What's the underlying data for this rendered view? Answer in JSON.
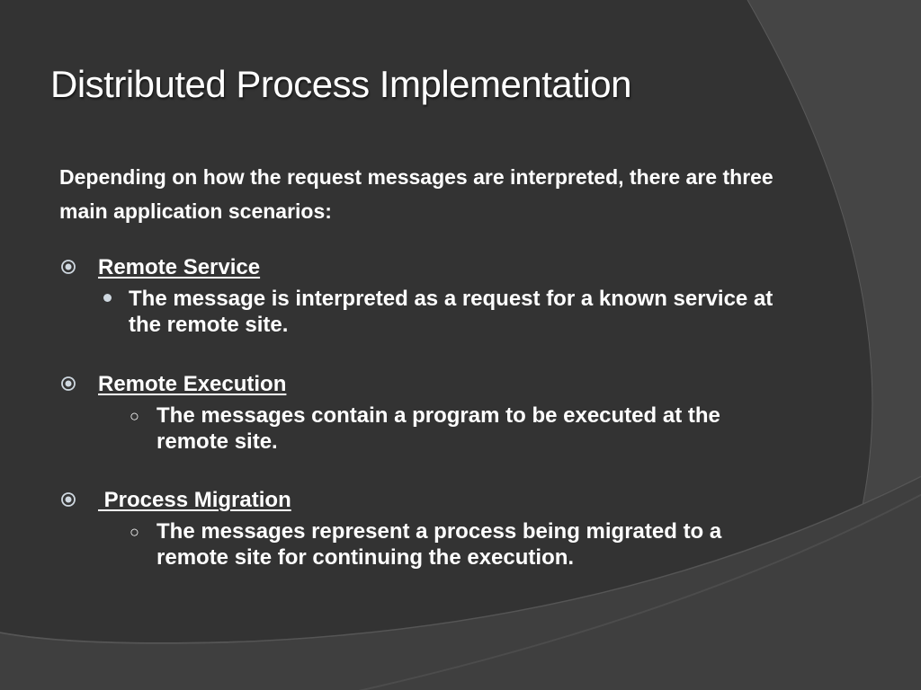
{
  "slide": {
    "title": "Distributed Process Implementation",
    "intro": "Depending on how the request messages are interpreted, there are three main application scenarios:",
    "sections": [
      {
        "heading": "Remote Service",
        "bullet_icon": "target-bullet-icon",
        "sub_bullet_icon": "filled-dot-icon",
        "sub_text": " The message is interpreted as a request for a known service at the remote site."
      },
      {
        "heading": "Remote Execution",
        "bullet_icon": "target-bullet-icon",
        "sub_bullet_icon": "hollow-circle-icon",
        "sub_text": "The messages contain a program to be executed at the remote site."
      },
      {
        "heading": " Process Migration",
        "bullet_icon": "target-bullet-icon",
        "sub_bullet_icon": "hollow-circle-icon",
        "sub_text": "The messages represent a process being migrated to a remote site for continuing the execution."
      }
    ],
    "sub_bullet_glyph": "○"
  },
  "colors": {
    "background": "#3a3a3a",
    "shape_fill": "#333333",
    "shape_edge": "#5a5a5a",
    "text": "#ffffff",
    "bullet": "#cfd8e0"
  }
}
